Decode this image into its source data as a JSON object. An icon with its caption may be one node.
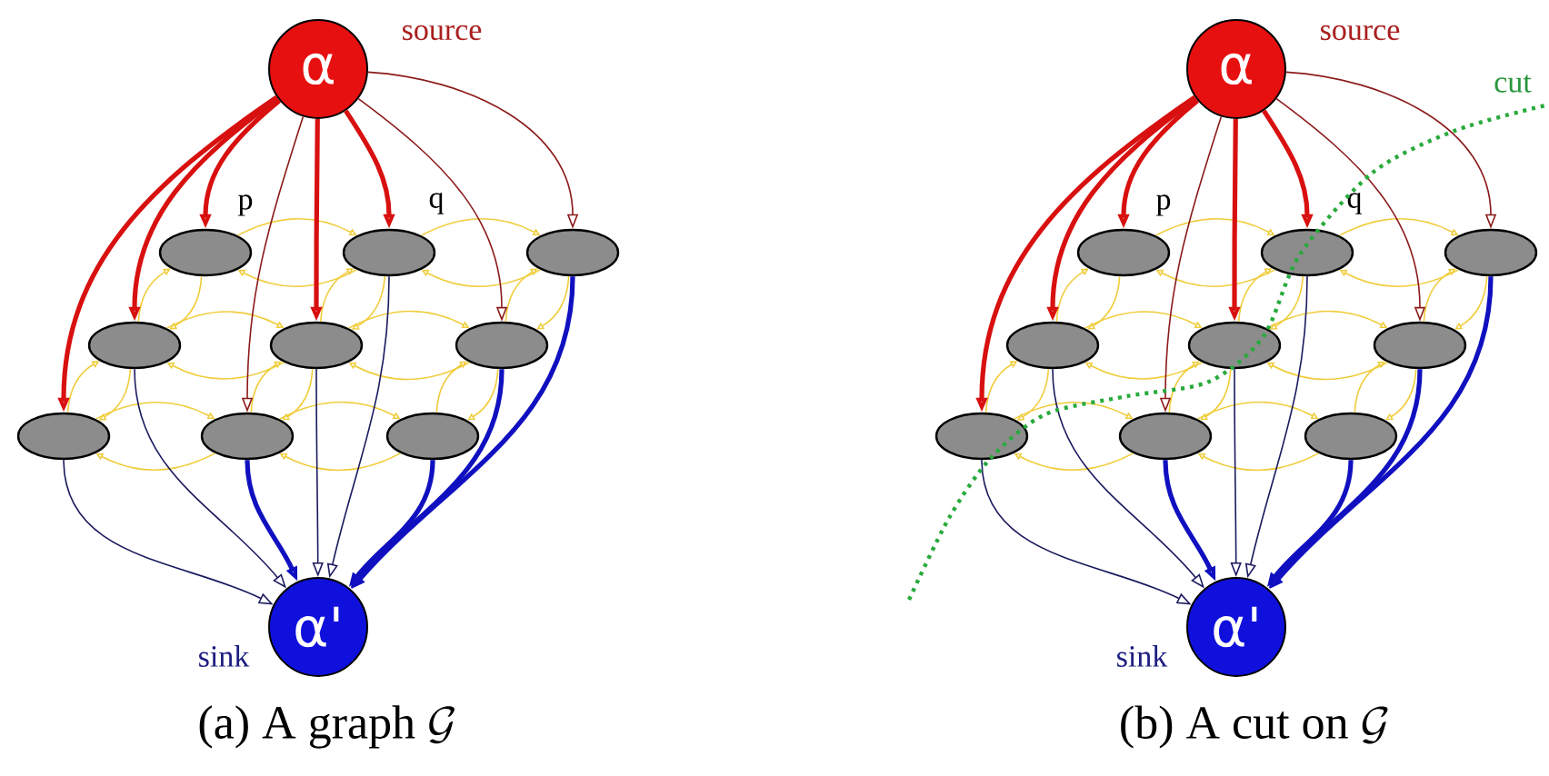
{
  "diagram": {
    "nodes": [
      {
        "text": [
          "α"
        ],
        "beside": [
          "source"
        ]
      },
      {
        "text": [
          "α'"
        ],
        "beside": [
          "sink"
        ]
      },
      {
        "text": [],
        "shape": "ellipse",
        "beside": [
          "p"
        ]
      },
      {
        "text": [],
        "shape": "ellipse",
        "beside": [
          "q"
        ]
      },
      {
        "text": [],
        "shape": "ellipse"
      },
      {
        "text": [],
        "shape": "ellipse"
      },
      {
        "text": [],
        "shape": "ellipse"
      },
      {
        "text": [],
        "shape": "ellipse"
      },
      {
        "text": [],
        "shape": "ellipse"
      },
      {
        "text": [],
        "shape": "ellipse"
      },
      {
        "text": [],
        "shape": "ellipse"
      },
      {
        "text": [
          "α"
        ],
        "beside": [
          "source"
        ]
      },
      {
        "text": [
          "α'"
        ],
        "beside": [
          "sink"
        ]
      },
      {
        "text": [],
        "shape": "ellipse",
        "beside": [
          "p"
        ]
      },
      {
        "text": [],
        "shape": "ellipse",
        "beside": [
          "q"
        ]
      },
      {
        "text": [],
        "shape": "ellipse"
      },
      {
        "text": [],
        "shape": "ellipse"
      },
      {
        "text": [],
        "shape": "ellipse"
      },
      {
        "text": [],
        "shape": "ellipse"
      },
      {
        "text": [],
        "shape": "ellipse"
      },
      {
        "text": [],
        "shape": "ellipse"
      },
      {
        "text": [],
        "shape": "ellipse"
      }
    ],
    "edges": [
      {
        "from": 2,
        "to": 3,
        "arrow": "to"
      },
      {
        "from": 3,
        "to": 2,
        "arrow": "to"
      },
      {
        "from": 3,
        "to": 4,
        "arrow": "to"
      },
      {
        "from": 4,
        "to": 3,
        "arrow": "to"
      },
      {
        "from": 5,
        "to": 6,
        "arrow": "to"
      },
      {
        "from": 6,
        "to": 5,
        "arrow": "to"
      },
      {
        "from": 6,
        "to": 7,
        "arrow": "to"
      },
      {
        "from": 7,
        "to": 6,
        "arrow": "to"
      },
      {
        "from": 8,
        "to": 9,
        "arrow": "to"
      },
      {
        "from": 9,
        "to": 8,
        "arrow": "to"
      },
      {
        "from": 9,
        "to": 10,
        "arrow": "to"
      },
      {
        "from": 10,
        "to": 9,
        "arrow": "to"
      },
      {
        "from": 2,
        "to": 5,
        "arrow": "to"
      },
      {
        "from": 5,
        "to": 2,
        "arrow": "to"
      },
      {
        "from": 3,
        "to": 6,
        "arrow": "to"
      },
      {
        "from": 6,
        "to": 3,
        "arrow": "to"
      },
      {
        "from": 4,
        "to": 7,
        "arrow": "to"
      },
      {
        "from": 7,
        "to": 4,
        "arrow": "to"
      },
      {
        "from": 5,
        "to": 8,
        "arrow": "to"
      },
      {
        "from": 8,
        "to": 5,
        "arrow": "to"
      },
      {
        "from": 6,
        "to": 9,
        "arrow": "to"
      },
      {
        "from": 9,
        "to": 6,
        "arrow": "to"
      },
      {
        "from": 7,
        "to": 10,
        "arrow": "to"
      },
      {
        "from": 10,
        "to": 7,
        "arrow": "to"
      },
      {
        "from": 0,
        "to": 8,
        "arrow": "to",
        "style": "thick",
        "color": "#d81010"
      },
      {
        "from": 0,
        "to": 5,
        "arrow": "to",
        "style": "thick",
        "color": "#d81010"
      },
      {
        "from": 0,
        "to": 2,
        "arrow": "to",
        "style": "thick",
        "color": "#d81010"
      },
      {
        "from": 0,
        "to": 9,
        "arrow": "to",
        "color": "#8b1a1a"
      },
      {
        "from": 0,
        "to": 6,
        "arrow": "to",
        "style": "thick",
        "color": "#d81010"
      },
      {
        "from": 0,
        "to": 3,
        "arrow": "to",
        "style": "thick",
        "color": "#d81010"
      },
      {
        "from": 0,
        "to": 7,
        "arrow": "to",
        "color": "#8b1a1a"
      },
      {
        "from": 0,
        "to": 4,
        "arrow": "to",
        "color": "#8b1a1a"
      },
      {
        "from": 8,
        "to": 1,
        "arrow": "to",
        "color": "#1a1a5e"
      },
      {
        "from": 5,
        "to": 1,
        "arrow": "to",
        "color": "#1a1a5e"
      },
      {
        "from": 9,
        "to": 1,
        "arrow": "to",
        "style": "thick",
        "color": "#1010c0"
      },
      {
        "from": 6,
        "to": 1,
        "arrow": "to",
        "color": "#1a1a5e"
      },
      {
        "from": 3,
        "to": 1,
        "arrow": "to",
        "color": "#1a1a5e"
      },
      {
        "from": 10,
        "to": 1,
        "arrow": "to",
        "style": "thick",
        "color": "#1010c0"
      },
      {
        "from": 7,
        "to": 1,
        "arrow": "to",
        "style": "thick",
        "color": "#1010c0"
      },
      {
        "from": 4,
        "to": 1,
        "arrow": "to",
        "style": "thick",
        "color": "#1010c0"
      },
      {
        "from": 13,
        "to": 14,
        "arrow": "to"
      },
      {
        "from": 14,
        "to": 13,
        "arrow": "to"
      },
      {
        "from": 14,
        "to": 15,
        "arrow": "to"
      },
      {
        "from": 15,
        "to": 14,
        "arrow": "to"
      },
      {
        "from": 16,
        "to": 17,
        "arrow": "to"
      },
      {
        "from": 17,
        "to": 16,
        "arrow": "to"
      },
      {
        "from": 17,
        "to": 18,
        "arrow": "to"
      },
      {
        "from": 18,
        "to": 17,
        "arrow": "to"
      },
      {
        "from": 19,
        "to": 20,
        "arrow": "to"
      },
      {
        "from": 20,
        "to": 19,
        "arrow": "to"
      },
      {
        "from": 20,
        "to": 21,
        "arrow": "to"
      },
      {
        "from": 21,
        "to": 20,
        "arrow": "to"
      },
      {
        "from": 13,
        "to": 16,
        "arrow": "to"
      },
      {
        "from": 16,
        "to": 13,
        "arrow": "to"
      },
      {
        "from": 14,
        "to": 17,
        "arrow": "to"
      },
      {
        "from": 17,
        "to": 14,
        "arrow": "to"
      },
      {
        "from": 15,
        "to": 18,
        "arrow": "to"
      },
      {
        "from": 18,
        "to": 15,
        "arrow": "to"
      },
      {
        "from": 16,
        "to": 19,
        "arrow": "to"
      },
      {
        "from": 19,
        "to": 16,
        "arrow": "to"
      },
      {
        "from": 17,
        "to": 20,
        "arrow": "to"
      },
      {
        "from": 20,
        "to": 17,
        "arrow": "to"
      },
      {
        "from": 18,
        "to": 21,
        "arrow": "to"
      },
      {
        "from": 21,
        "to": 18,
        "arrow": "to"
      },
      {
        "from": 11,
        "to": 19,
        "arrow": "to",
        "style": "thick",
        "color": "#d81010"
      },
      {
        "from": 11,
        "to": 16,
        "arrow": "to",
        "style": "thick",
        "color": "#d81010"
      },
      {
        "from": 11,
        "to": 13,
        "arrow": "to",
        "style": "thick",
        "color": "#d81010"
      },
      {
        "from": 11,
        "to": 20,
        "arrow": "to",
        "color": "#8b1a1a"
      },
      {
        "from": 11,
        "to": 17,
        "arrow": "to",
        "style": "thick",
        "color": "#d81010"
      },
      {
        "from": 11,
        "to": 14,
        "arrow": "to",
        "style": "thick",
        "color": "#d81010"
      },
      {
        "from": 11,
        "to": 18,
        "arrow": "to",
        "color": "#8b1a1a"
      },
      {
        "from": 11,
        "to": 15,
        "arrow": "to",
        "color": "#8b1a1a"
      },
      {
        "from": 19,
        "to": 12,
        "arrow": "to",
        "color": "#1a1a5e"
      },
      {
        "from": 16,
        "to": 12,
        "arrow": "to",
        "color": "#1a1a5e"
      },
      {
        "from": 20,
        "to": 12,
        "arrow": "to",
        "style": "thick",
        "color": "#1010c0"
      },
      {
        "from": 17,
        "to": 12,
        "arrow": "to",
        "color": "#1a1a5e"
      },
      {
        "from": 14,
        "to": 12,
        "arrow": "to",
        "color": "#1a1a5e"
      },
      {
        "from": 21,
        "to": 12,
        "arrow": "to",
        "style": "thick",
        "color": "#1010c0"
      },
      {
        "from": 18,
        "to": 12,
        "arrow": "to",
        "style": "thick",
        "color": "#1010c0"
      },
      {
        "from": 15,
        "to": 12,
        "arrow": "to",
        "style": "thick",
        "color": "#1010c0"
      }
    ],
    "labels": [
      "cut",
      "\\text{(a) A graph }\\mathcal{G}",
      "\\text{(b) A cut on }\\mathcal{G}"
    ]
  }
}
